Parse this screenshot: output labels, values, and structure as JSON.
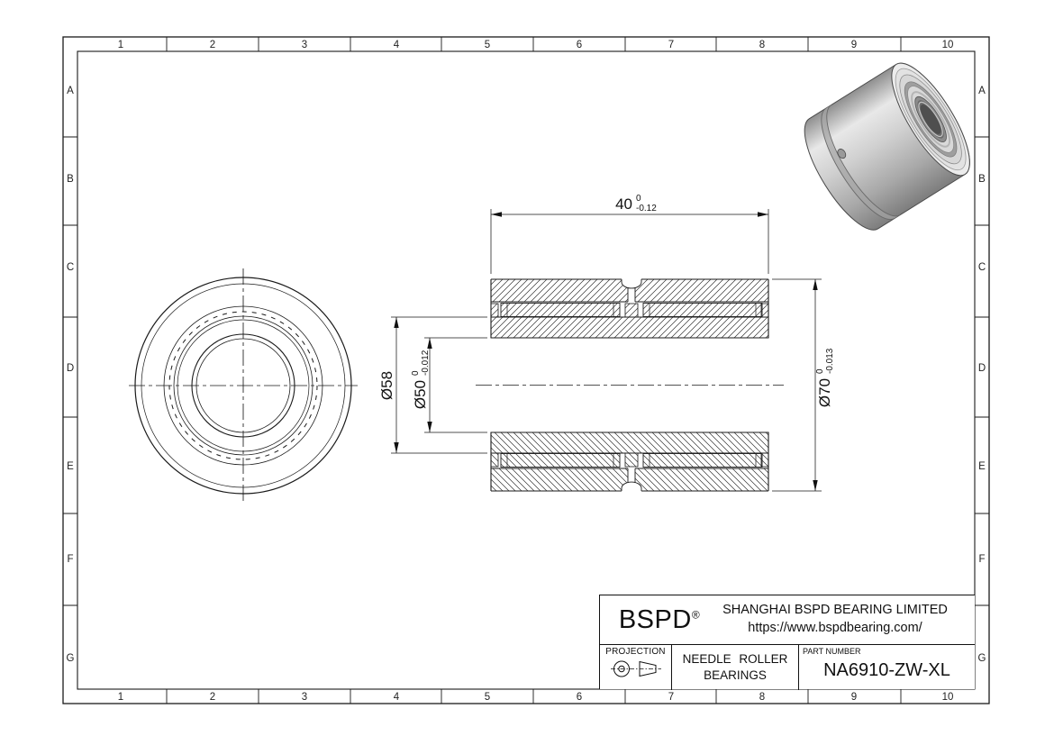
{
  "frame": {
    "columns": [
      "1",
      "2",
      "3",
      "4",
      "5",
      "6",
      "7",
      "8",
      "9",
      "10"
    ],
    "rows": [
      "A",
      "B",
      "C",
      "D",
      "E",
      "F",
      "G"
    ]
  },
  "dimensions": {
    "width40": {
      "value": "40",
      "tol_upper": "0",
      "tol_lower": "-0.12"
    },
    "dia58": {
      "value": "Ø58"
    },
    "dia50": {
      "value": "Ø50",
      "tol_upper": "0",
      "tol_lower": "-0.012"
    },
    "dia70": {
      "value": "Ø70",
      "tol_upper": "0",
      "tol_lower": "-0.013"
    }
  },
  "title_block": {
    "brand": "BSPD",
    "registered_mark": "®",
    "company": "SHANGHAI BSPD BEARING LIMITED",
    "website": "https://www.bspdbearing.com/",
    "projection_label": "PROJECTION",
    "product_line1": "NEEDLE ROLLER",
    "product_line2": "BEARINGS",
    "part_number_label": "PART NUMBER",
    "part_number": "NA6910-ZW-XL"
  },
  "colors": {
    "line": "#1a1a1a",
    "background": "#ffffff"
  }
}
